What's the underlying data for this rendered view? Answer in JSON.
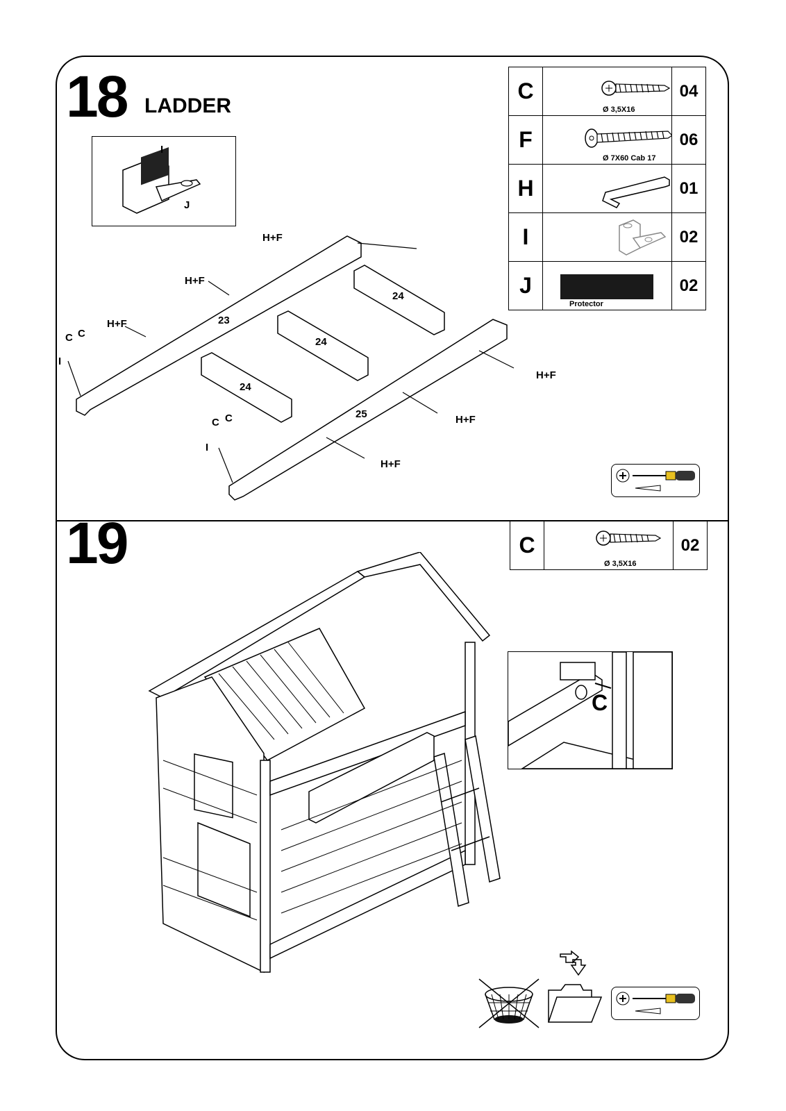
{
  "step18": {
    "number": "18",
    "title": "LADDER",
    "inset_labels": {
      "top": "I",
      "bottom": "J"
    },
    "parts": [
      {
        "letter": "C",
        "spec": "Ø 3,5X16",
        "qty": "04",
        "icon": "screw-icon"
      },
      {
        "letter": "F",
        "spec": "Ø 7X60 Cab 17",
        "qty": "06",
        "icon": "long-bolt-icon"
      },
      {
        "letter": "H",
        "spec": "",
        "qty": "01",
        "icon": "allen-key-icon"
      },
      {
        "letter": "I",
        "spec": "",
        "qty": "02",
        "icon": "bracket-icon"
      },
      {
        "letter": "J",
        "spec": "Protector",
        "qty": "02",
        "icon": "protector-pad-icon"
      }
    ],
    "piece_numbers": [
      "24",
      "23",
      "24",
      "24",
      "25"
    ],
    "hardware_labels": {
      "hf": "H+F",
      "c": "C",
      "i": "I"
    }
  },
  "step19": {
    "number": "19",
    "parts": [
      {
        "letter": "C",
        "spec": "Ø 3,5X16",
        "qty": "02",
        "icon": "screw-icon"
      }
    ],
    "detail_label": "C"
  },
  "icons": [
    "screwdriver-icon",
    "no-basket-icon",
    "folder-icon",
    "arrow-icon"
  ],
  "colors": {
    "line": "#000000",
    "background": "#ffffff",
    "protector": "#1a1a1a",
    "driver_handle": "#e8c020"
  }
}
